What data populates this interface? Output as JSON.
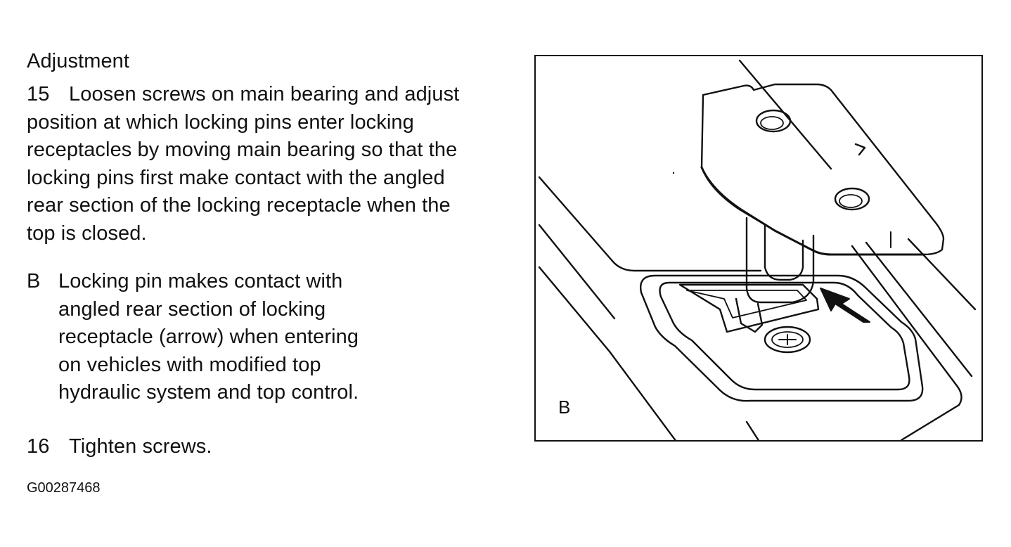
{
  "section": {
    "heading": "Adjustment"
  },
  "steps": [
    {
      "number": "15",
      "lines": [
        "Loosen screws on main bearing and adjust",
        "position at which locking pins enter locking",
        "receptacles by moving main bearing so that the",
        "locking pins first make contact with the angled",
        "rear section of the locking receptacle when the",
        "top is closed."
      ]
    },
    {
      "number": "16",
      "text": "Tighten screws."
    }
  ],
  "legend": {
    "letter": "B",
    "lines": [
      "Locking pin makes contact with",
      "angled rear section of locking",
      "receptacle (arrow) when entering",
      "on vehicles with modified top",
      "hydraulic system and top control."
    ]
  },
  "figure": {
    "label": "B",
    "arrow_icon": "arrow-icon",
    "code": "G00287468"
  }
}
